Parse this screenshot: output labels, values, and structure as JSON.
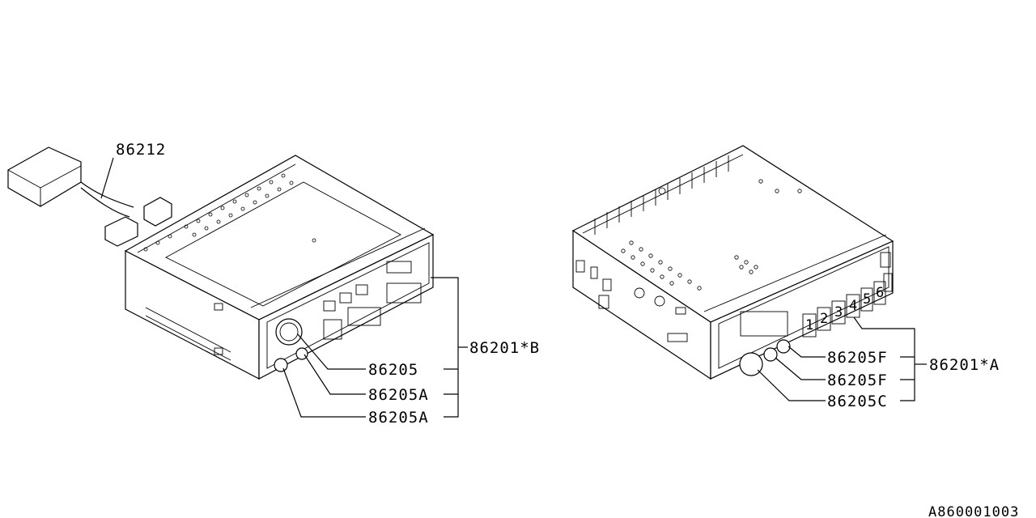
{
  "callouts": {
    "harness": "86212",
    "radio_b": "86201*B",
    "knob_b_main": "86205",
    "knob_b_small_1": "86205A",
    "knob_b_small_2": "86205A",
    "radio_a": "86201*A",
    "knob_a_f1": "86205F",
    "knob_a_f2": "86205F",
    "knob_a_c": "86205C"
  },
  "reference": "A860001003",
  "preset_buttons": [
    "1",
    "2",
    "3",
    "4",
    "5",
    "6"
  ]
}
